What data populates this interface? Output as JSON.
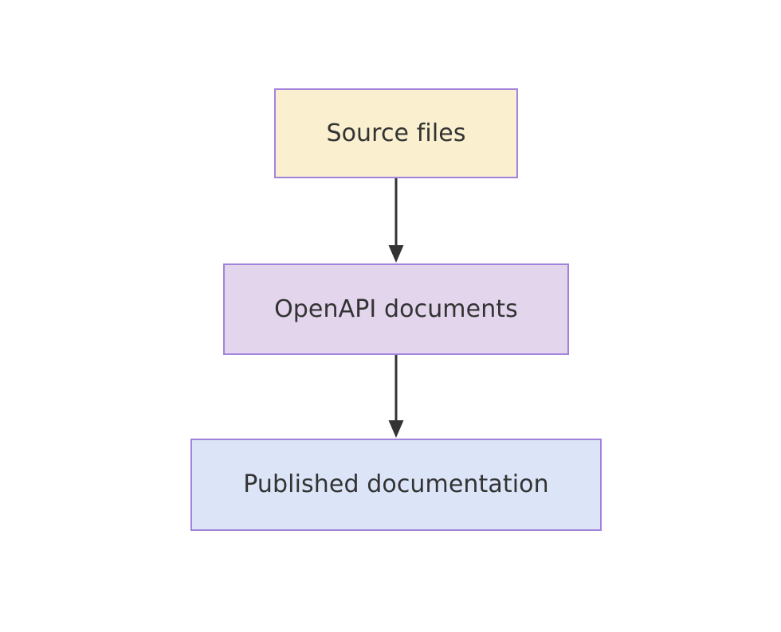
{
  "diagram": {
    "type": "flowchart",
    "direction": "top-to-bottom",
    "background_color": "#ffffff",
    "title": "",
    "nodes": [
      {
        "id": "source-files",
        "label": "Source files",
        "fill_color": "#faf0d0",
        "border_color": "#a183dc",
        "text_color": "#333333"
      },
      {
        "id": "openapi-documents",
        "label": "OpenAPI documents",
        "fill_color": "#e2d5ec",
        "border_color": "#a183dc",
        "text_color": "#333333"
      },
      {
        "id": "published-documentation",
        "label": "Published documentation",
        "fill_color": "#dce5f7",
        "border_color": "#a183dc",
        "text_color": "#333333"
      }
    ],
    "edges": [
      {
        "id": "edge-source-to-openapi",
        "from": "source-files",
        "to": "openapi-documents",
        "label": "",
        "arrow": "solid-triangle",
        "color": "#333333"
      },
      {
        "id": "edge-openapi-to-published",
        "from": "openapi-documents",
        "to": "published-documentation",
        "label": "",
        "arrow": "solid-triangle",
        "color": "#333333"
      }
    ]
  }
}
